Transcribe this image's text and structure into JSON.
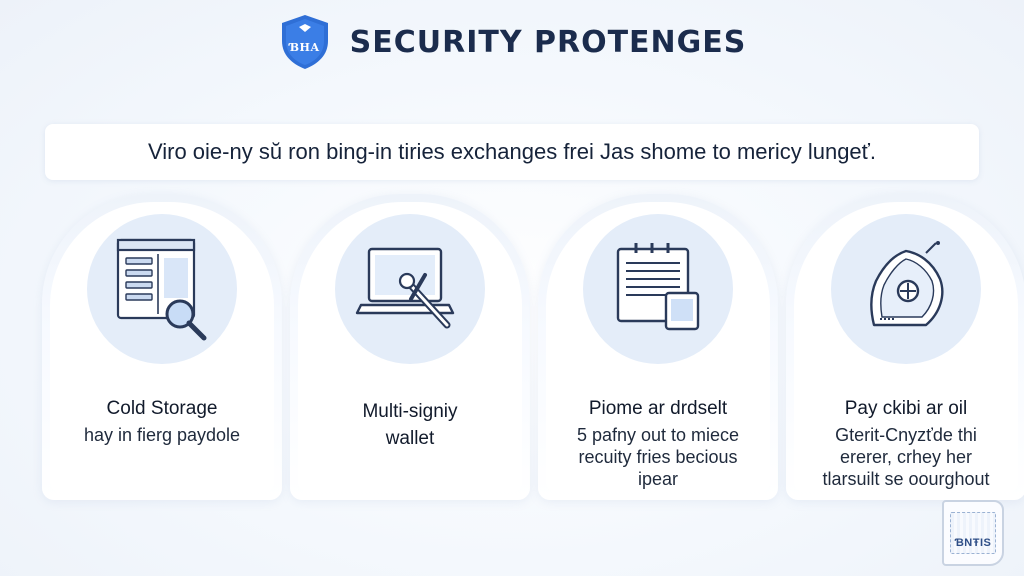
{
  "header": {
    "shield_text": "ƁHA",
    "title": "SECURITY PROTENGES"
  },
  "banner": {
    "text": "Viro oie-ny sŭ ron bing-in tiriеs exchanges frei Jas shome to mericy lungeť."
  },
  "cards": [
    {
      "icon": "dashboard-magnifier-icon",
      "title": "Cold Storage",
      "description": "hay in fierg paydole"
    },
    {
      "icon": "laptop-tools-icon",
      "title_line1": "Multi-signiy",
      "title_line2": "wallet"
    },
    {
      "icon": "document-device-icon",
      "title": "Piome ar drdselt",
      "description_lines": [
        "5 pafny out to miece",
        "recuity fries becious",
        "ipear"
      ]
    },
    {
      "icon": "shield-lock-icon",
      "title": "Pay ckibi ar oil",
      "description_lines": [
        "Gterit-Cnyzťde thi",
        "ererer, crhey her",
        "tlarsuilt se oourghout"
      ]
    }
  ],
  "stamp": {
    "text": "ƁNŦIS"
  },
  "colors": {
    "accent": "#2f6fd6",
    "icon_stroke": "#2a3a5a",
    "circle_bg": "#e4edf9"
  }
}
